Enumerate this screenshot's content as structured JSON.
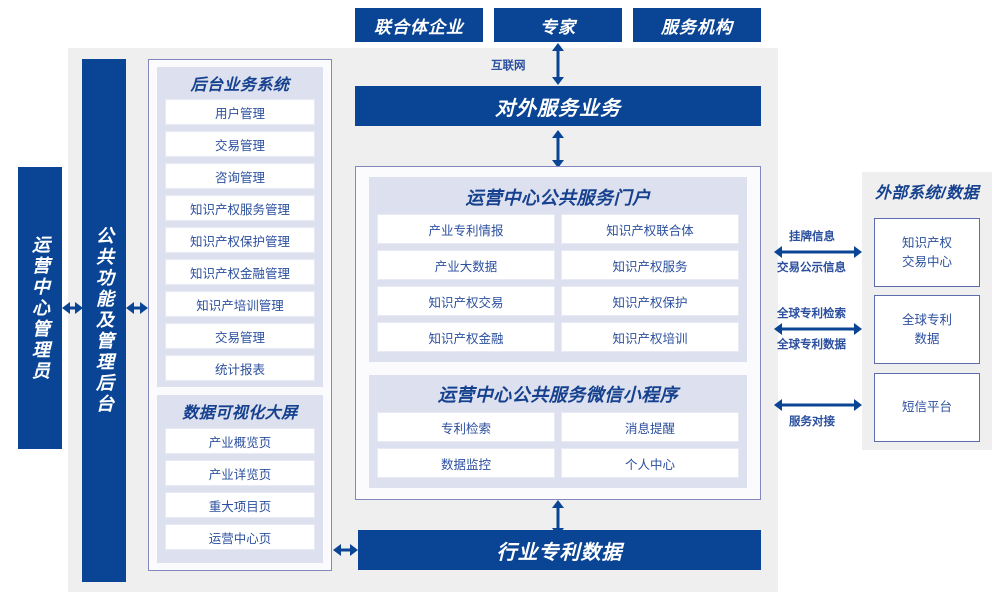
{
  "colors": {
    "primary": "#0a4595",
    "panel_bg": "#efefef",
    "group_bg": "#dde0ee",
    "text_blue": "#2b4f9e",
    "border_violet": "#5d6bb0"
  },
  "top_actors": [
    {
      "label": "联合体企业"
    },
    {
      "label": "专家"
    },
    {
      "label": "服务机构"
    }
  ],
  "internet_label": "互联网",
  "external_service_bar": {
    "label": "对外服务业务"
  },
  "bottom_bar": {
    "label": "行业专利数据"
  },
  "left_bars": [
    {
      "label": "运营中心管理员"
    },
    {
      "label": "公共功能及管理后台"
    }
  ],
  "backoffice": {
    "title": "后台业务系统",
    "items": [
      {
        "label": "用户管理"
      },
      {
        "label": "交易管理"
      },
      {
        "label": "咨询管理"
      },
      {
        "label": "知识产权服务管理"
      },
      {
        "label": "知识产权保护管理"
      },
      {
        "label": "知识产权金融管理"
      },
      {
        "label": "知识产培训管理"
      },
      {
        "label": "交易管理"
      },
      {
        "label": "统计报表"
      }
    ]
  },
  "visualization": {
    "title": "数据可视化大屏",
    "items": [
      {
        "label": "产业概览页"
      },
      {
        "label": "产业详览页"
      },
      {
        "label": "重大项目页"
      },
      {
        "label": "运营中心页"
      }
    ]
  },
  "portal": {
    "title": "运营中心公共服务门户",
    "items": [
      {
        "label": "产业专利情报"
      },
      {
        "label": "知识产权联合体"
      },
      {
        "label": "产业大数据"
      },
      {
        "label": "知识产权服务"
      },
      {
        "label": "知识产权交易"
      },
      {
        "label": "知识产权保护"
      },
      {
        "label": "知识产权金融"
      },
      {
        "label": "知识产权培训"
      }
    ]
  },
  "miniprogram": {
    "title": "运营中心公共服务微信小程序",
    "items": [
      {
        "label": "专利检索"
      },
      {
        "label": "消息提醒"
      },
      {
        "label": "数据监控"
      },
      {
        "label": "个人中心"
      }
    ]
  },
  "external": {
    "title": "外部系统/数据",
    "boxes": [
      {
        "line1": "知识产权",
        "line2": "交易中心"
      },
      {
        "line1": "全球专利",
        "line2": "数据"
      },
      {
        "line1": "短信平台",
        "line2": ""
      }
    ],
    "link_labels": [
      {
        "above": "挂牌信息",
        "below": "交易公示信息"
      },
      {
        "above": "全球专利检索",
        "below": "全球专利数据"
      },
      {
        "above": "",
        "below": "服务对接"
      }
    ]
  }
}
